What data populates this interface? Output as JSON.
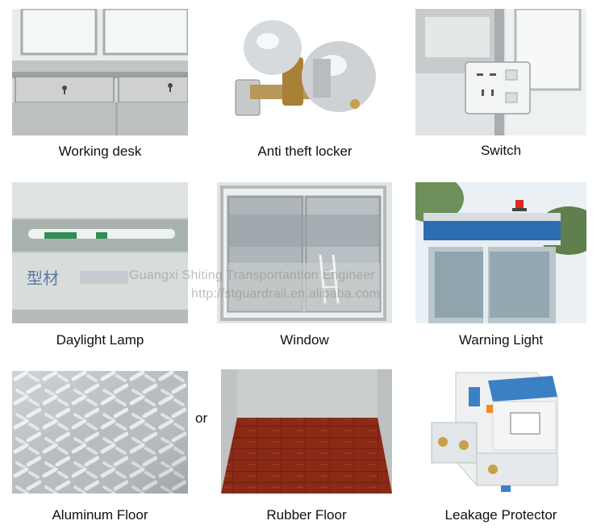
{
  "items": [
    {
      "caption": "Working desk",
      "image": "working-desk-photo"
    },
    {
      "caption": "Anti theft locker",
      "image": "door-lock-photo"
    },
    {
      "caption": "Switch",
      "image": "wall-socket-photo"
    },
    {
      "caption": "Daylight Lamp",
      "image": "fluorescent-lamp-photo"
    },
    {
      "caption": "Window",
      "image": "sliding-window-photo"
    },
    {
      "caption": "Warning Light",
      "image": "booth-with-warning-light-photo"
    },
    {
      "caption": "Aluminum Floor",
      "image": "aluminum-tread-plate-photo"
    },
    {
      "caption": "Rubber Floor",
      "image": "rubber-floor-photo"
    },
    {
      "caption": "Leakage Protector",
      "image": "leakage-protector-photo"
    }
  ],
  "separator_or": "or",
  "watermark": {
    "line1": "Guangxi Shiting Transportantion Engineer",
    "line2": "http://stguardrail.en.alibaba.com"
  },
  "colors": {
    "booth_blue": "#2b6fb2",
    "warning_red": "#e02a1f",
    "floor_wood": "#8a2a16"
  }
}
